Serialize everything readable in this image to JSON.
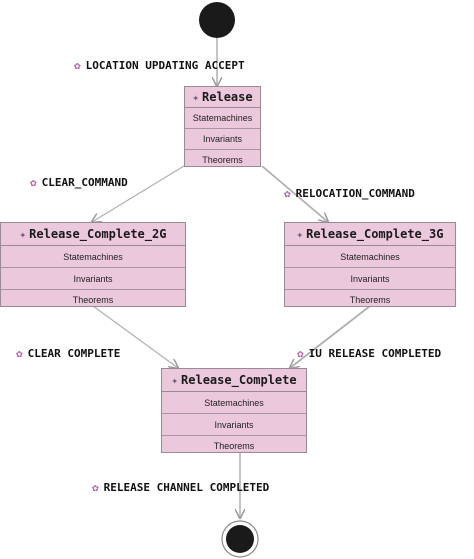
{
  "states": {
    "release": {
      "title": "Release",
      "sections": [
        "Statemachines",
        "Invariants",
        "Theorems"
      ]
    },
    "release_2g": {
      "title": "Release_Complete_2G",
      "sections": [
        "Statemachines",
        "Invariants",
        "Theorems"
      ]
    },
    "release_3g": {
      "title": "Release_Complete_3G",
      "sections": [
        "Statemachines",
        "Invariants",
        "Theorems"
      ]
    },
    "release_complete": {
      "title": "Release_Complete",
      "sections": [
        "Statemachines",
        "Invariants",
        "Theorems"
      ]
    }
  },
  "transitions": {
    "location_updating_accept": "LOCATION UPDATING ACCEPT",
    "clear_command": "CLEAR_COMMAND",
    "relocation_command": "RELOCATION_COMMAND",
    "clear_complete": "CLEAR COMPLETE",
    "iu_release_completed": "IU RELEASE COMPLETED",
    "release_channel_completed": "RELEASE CHANNEL COMPLETED"
  },
  "icons": {
    "state": "state-gear-icon",
    "transition": "transition-event-icon"
  },
  "colors": {
    "state_fill": "#ecc8dc",
    "state_border": "#9a8a94",
    "node": "#1a1a1a",
    "edge": "#b0b0b0"
  }
}
